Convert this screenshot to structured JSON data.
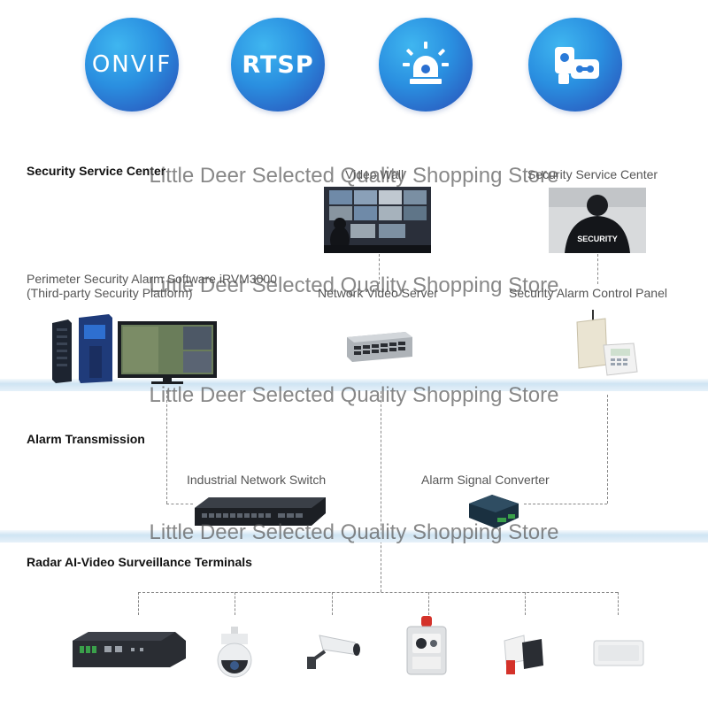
{
  "protocols": [
    {
      "label": "ONVIF",
      "icon": "onvif-logo"
    },
    {
      "label": "RTSP",
      "icon": "rtsp-logo"
    },
    {
      "label": "",
      "icon": "alarm-light-icon"
    },
    {
      "label": "",
      "icon": "video-recorder-icon"
    }
  ],
  "sections": {
    "security_center": "Security Service Center",
    "alarm_transmission": "Alarm Transmission",
    "terminals": "Radar AI-Video Surveillance Terminals"
  },
  "labels": {
    "video_wall": "Video Wall",
    "security_service_center": "Security Service Center",
    "perimeter_software_line1": "Perimeter Security Alarm Software iRVM3000",
    "perimeter_software_line2": "(Third-party Security Platform)",
    "network_video_server": "Network Video Server",
    "alarm_control_panel": "Security Alarm Control Panel",
    "industrial_switch": "Industrial Network Switch",
    "alarm_signal_converter": "Alarm Signal Converter",
    "security_badge": "SECURITY"
  },
  "watermark": "Little Deer Selected Quality Shopping Store",
  "colors": {
    "circle_gradient_light": "#3fb6f0",
    "circle_gradient_dark": "#2a4bb5",
    "band": "#cfe4f3",
    "dashed_line": "#888888"
  }
}
